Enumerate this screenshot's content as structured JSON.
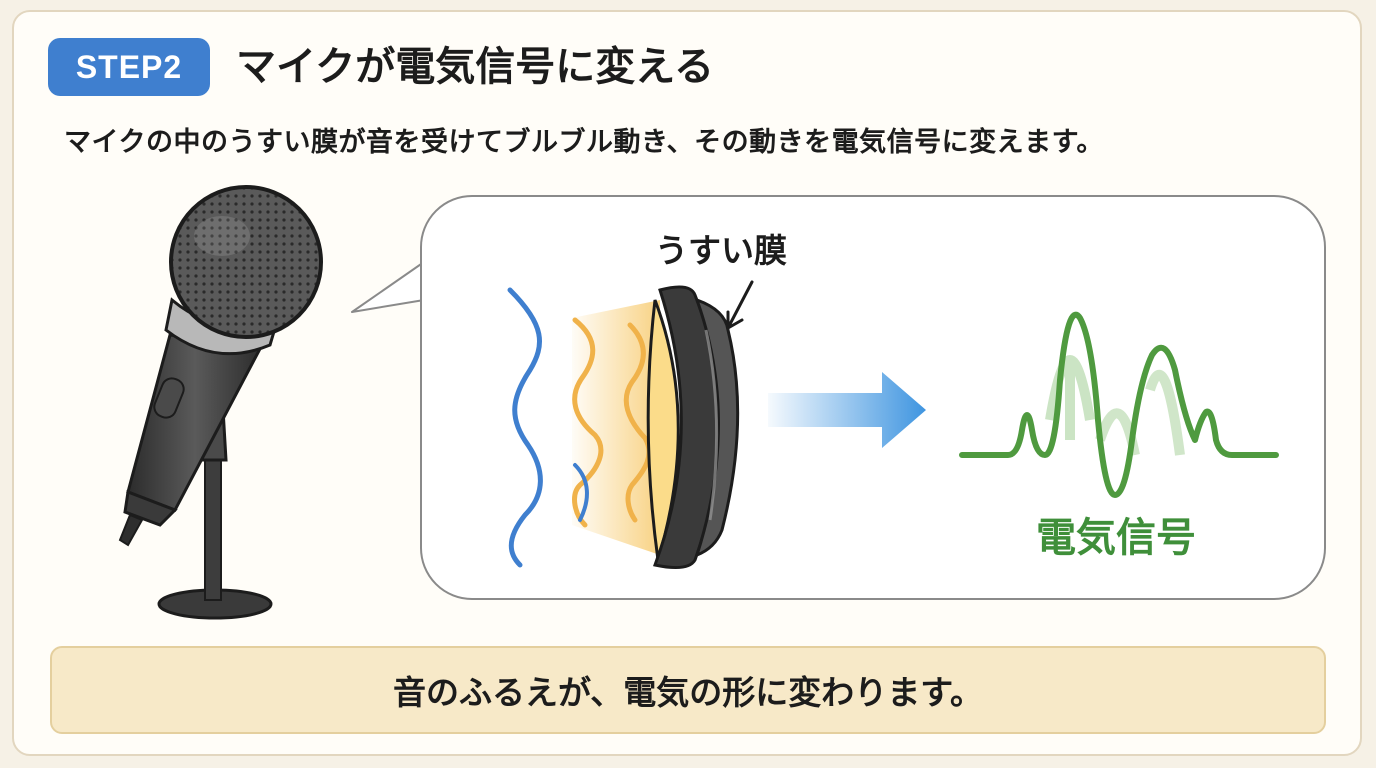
{
  "badge": "STEP2",
  "title": "マイクが電気信号に変える",
  "description": "マイクの中のうすい膜が音を受けてブルブル動き、その動きを電気信号に変えます。",
  "membrane_label": "うすい膜",
  "signal_label": "電気信号",
  "footer": "音のふるえが、電気の形に変わります。",
  "colors": {
    "badge": "#3f7fcf",
    "sound_wave": "#3f7fcf",
    "vibration": "#f0b24a",
    "arrow": "#3f95e0",
    "signal": "#4f9a3f",
    "footer_bg": "#f7e9c8"
  },
  "icons": [
    "microphone-icon",
    "sound-wave-icon",
    "membrane-icon",
    "arrow-right-icon",
    "signal-wave-icon"
  ]
}
